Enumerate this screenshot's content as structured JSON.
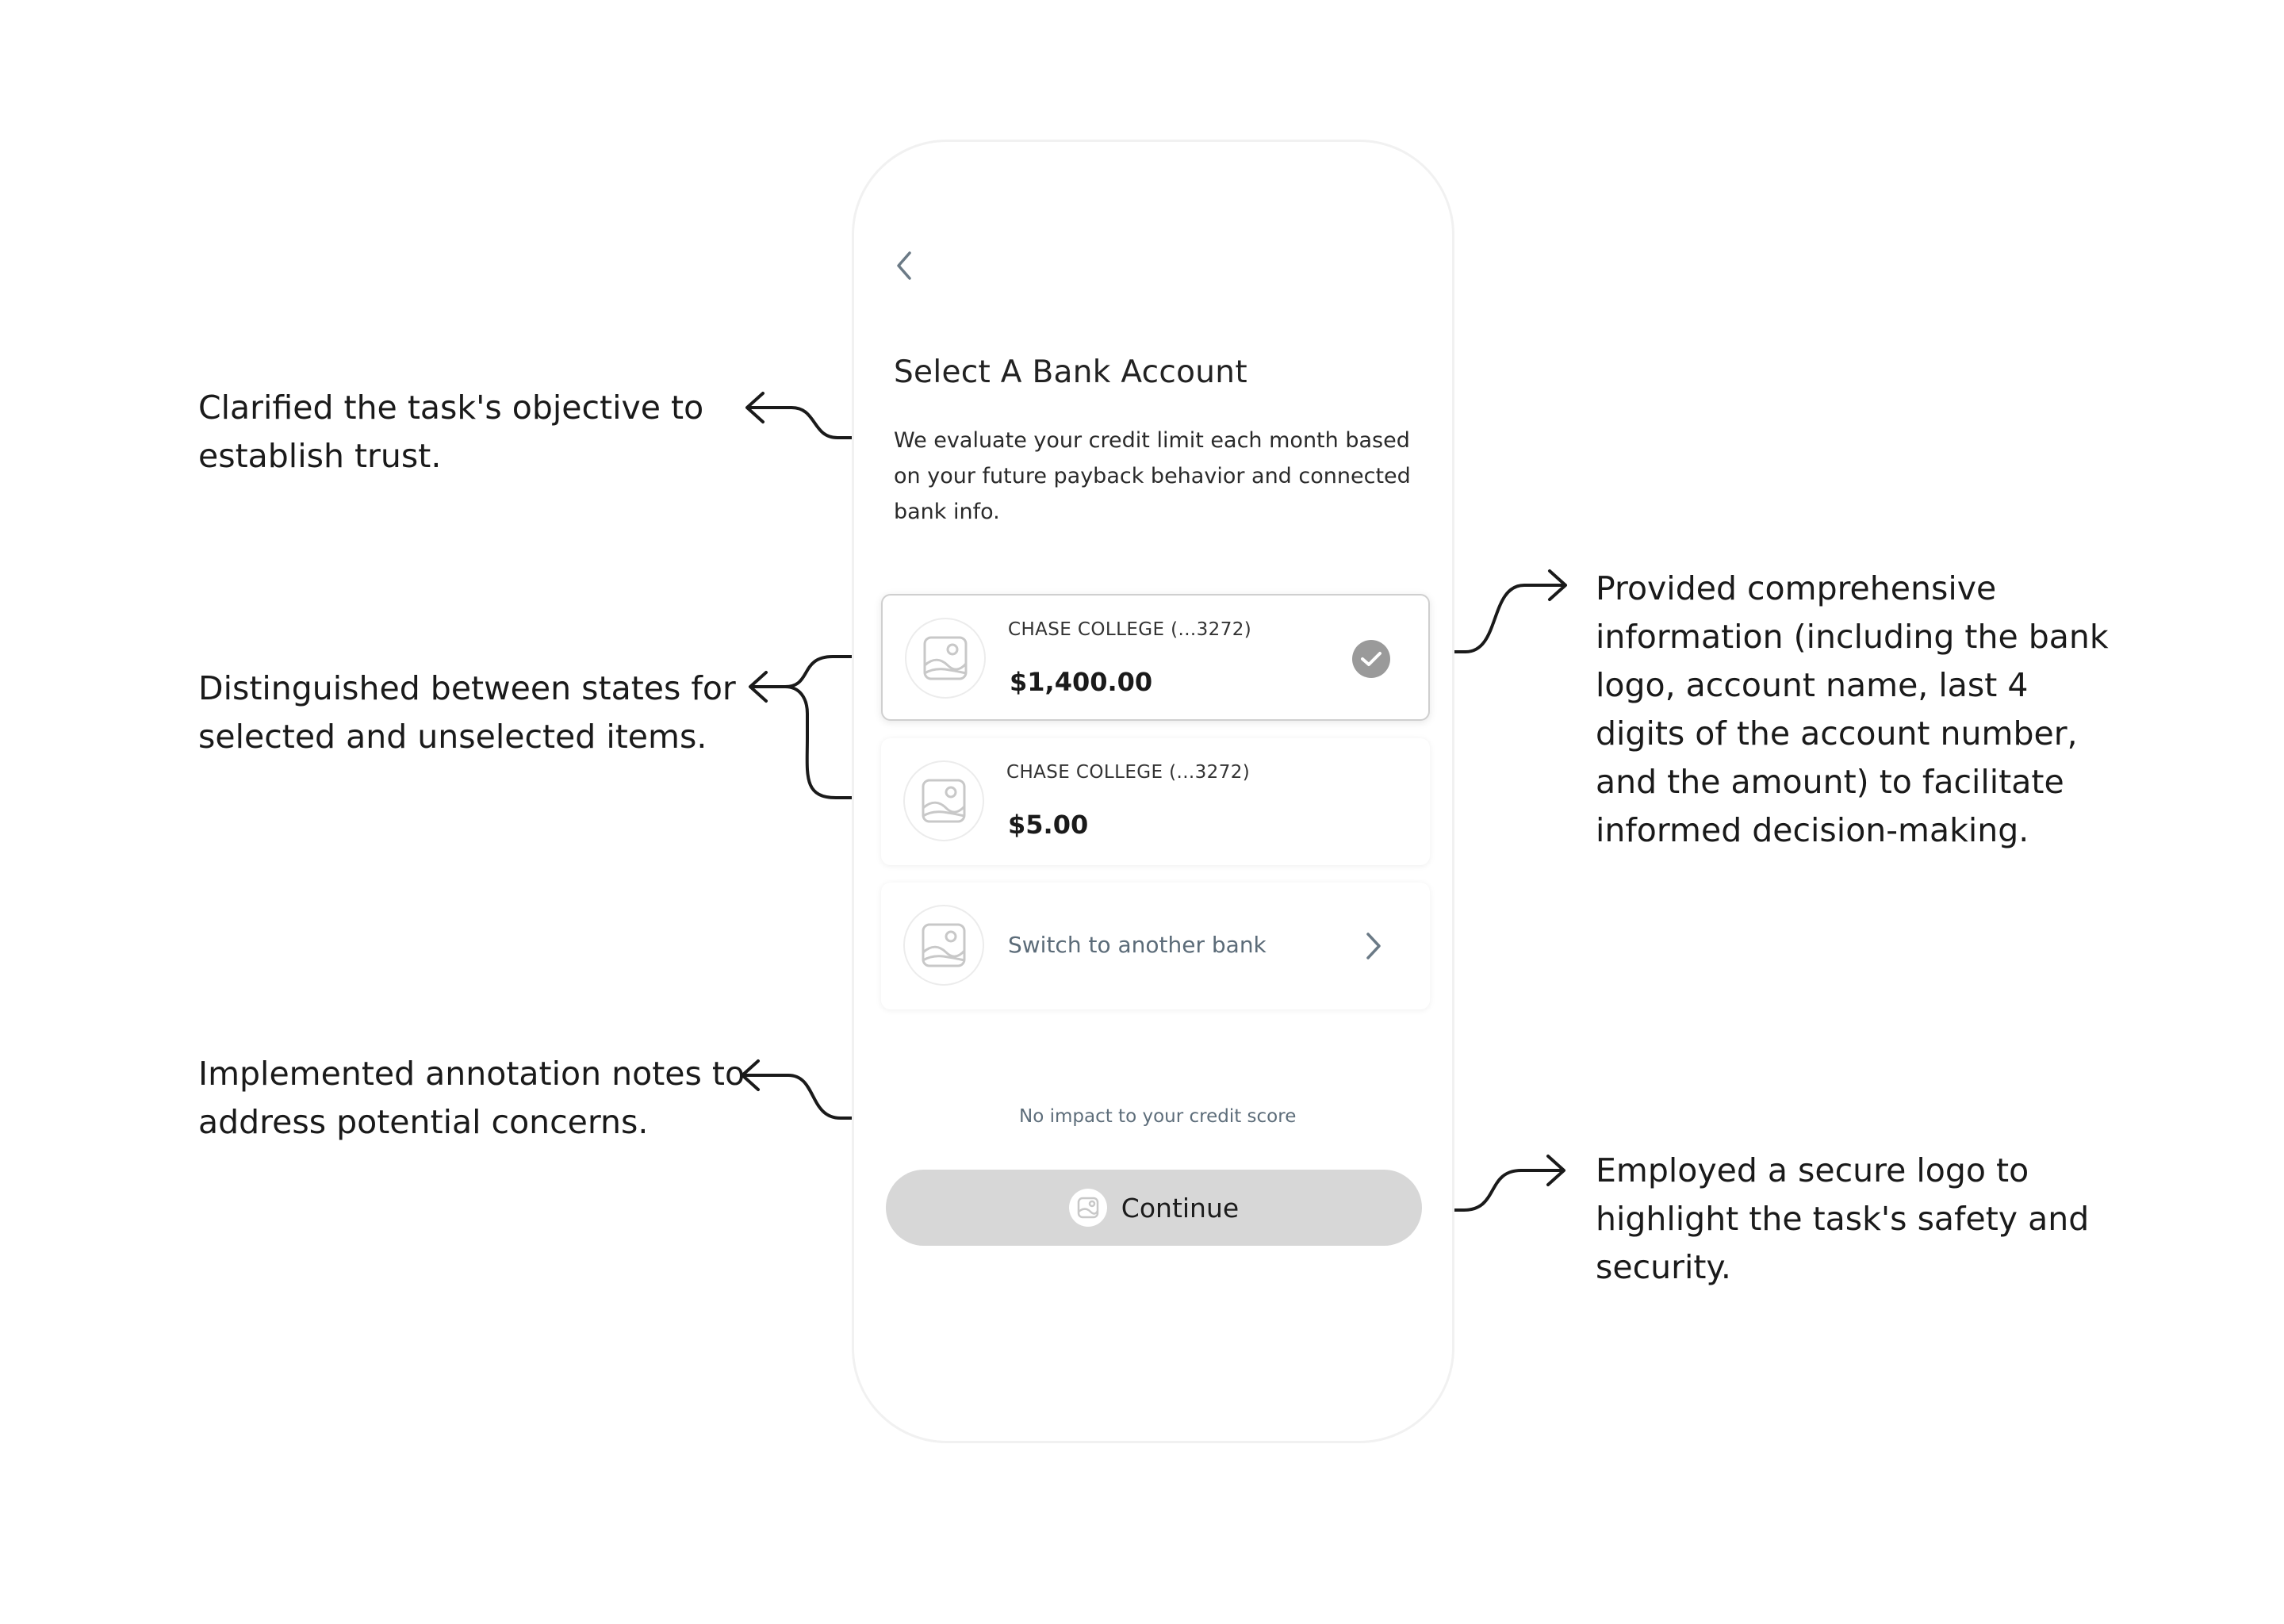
{
  "annotations": [
    "Clarified the task's objective to establish trust.",
    "Distinguished between states for selected and unselected items.",
    "Implemented annotation notes to address potential concerns.",
    "Provided comprehensive information (including the bank logo, account name, last 4 digits of the account number, and the amount) to facilitate informed decision-making.",
    "Employed a secure logo to highlight the task's safety and security."
  ],
  "screen": {
    "back_icon": "chevron-left-icon",
    "title": "Select A Bank Account",
    "subtitle": "We evaluate your credit limit each month based on your future payback behavior and connected bank info.",
    "accounts": [
      {
        "name": "CHASE COLLEGE (...3272)",
        "amount": "$1,400.00",
        "selected": true,
        "logo_icon": "image-placeholder-icon"
      },
      {
        "name": "CHASE COLLEGE (...3272)",
        "amount": "$5.00",
        "selected": false,
        "logo_icon": "image-placeholder-icon"
      }
    ],
    "switch_bank": {
      "label": "Switch to another bank",
      "icon": "chevron-right-icon"
    },
    "credit_note": "No impact to your credit score",
    "continue": {
      "label": "Continue",
      "icon": "secure-logo-icon"
    }
  },
  "colors": {
    "selected_check": "#9a9a9a",
    "continue_button": "#d7d7d7",
    "muted_text": "#5b6b78",
    "connector": "#1a1a1a"
  }
}
